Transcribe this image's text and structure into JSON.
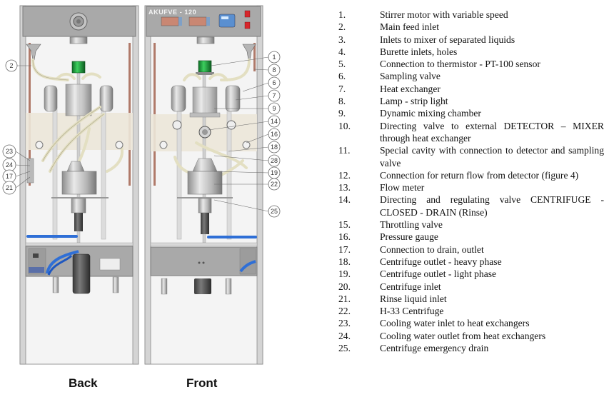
{
  "views": {
    "back": {
      "caption": "Back",
      "callouts": [
        "2",
        "23",
        "24",
        "17",
        "21"
      ]
    },
    "front": {
      "caption": "Front",
      "panel_title": "AKUFVE - 120",
      "callouts": [
        "1",
        "8",
        "6",
        "7",
        "9",
        "14",
        "16",
        "18",
        "28",
        "19",
        "22",
        "25"
      ]
    }
  },
  "colors": {
    "frame": "#c9c9c9",
    "panel": "#a9a9a9",
    "beige_band": "#ece7d9",
    "tube": "#e8e4c8",
    "lamp_green": "#1f9e3c",
    "hose_blue": "#2f6fd6",
    "indicator_red": "#d7262b"
  },
  "legend": [
    {
      "num": "1.",
      "text": "Stirrer motor with variable speed"
    },
    {
      "num": "2.",
      "text": "Main feed inlet"
    },
    {
      "num": "3.",
      "text": "Inlets to mixer of separated liquids"
    },
    {
      "num": "4.",
      "text": "Burette inlets, holes"
    },
    {
      "num": "5.",
      "text": "Connection to thermistor - PT-100 sensor"
    },
    {
      "num": "6.",
      "text": "Sampling valve"
    },
    {
      "num": "7.",
      "text": "Heat exchanger"
    },
    {
      "num": "8.",
      "text": "Lamp - strip light"
    },
    {
      "num": "9.",
      "text": "Dynamic mixing chamber"
    },
    {
      "num": "10.",
      "text": "Directing valve to external DETECTOR – MIXER through heat exchanger"
    },
    {
      "num": "11.",
      "text": "Special cavity with connection to detector and sampling valve"
    },
    {
      "num": "12.",
      "text": "Connection for return flow from detector (figure 4)"
    },
    {
      "num": "13.",
      "text": "Flow meter"
    },
    {
      "num": "14.",
      "text": "Directing and regulating valve CENTRIFUGE - CLOSED - DRAIN (Rinse)"
    },
    {
      "num": "15.",
      "text": "Throttling valve"
    },
    {
      "num": "16.",
      "text": "Pressure gauge"
    },
    {
      "num": "17.",
      "text": "Connection to drain, outlet"
    },
    {
      "num": "18.",
      "text": "Centrifuge outlet - heavy phase"
    },
    {
      "num": "19.",
      "text": "Centrifuge outlet - light phase"
    },
    {
      "num": "20.",
      "text": "Centrifuge inlet"
    },
    {
      "num": "21.",
      "text": "Rinse liquid inlet"
    },
    {
      "num": "22.",
      "text": "H-33 Centrifuge"
    },
    {
      "num": "23.",
      "text": "Cooling water inlet to heat exchangers"
    },
    {
      "num": "24.",
      "text": "Cooling water outlet from heat exchangers"
    },
    {
      "num": "25.",
      "text": "Centrifuge emergency drain"
    }
  ]
}
